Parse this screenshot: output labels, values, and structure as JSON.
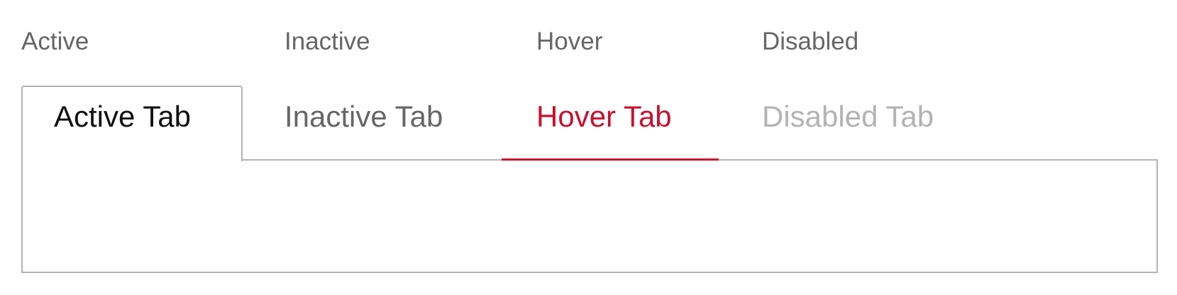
{
  "state_labels": {
    "active": "Active",
    "inactive": "Inactive",
    "hover": "Hover",
    "disabled": "Disabled"
  },
  "tabs": [
    {
      "label": "Active Tab",
      "state": "active"
    },
    {
      "label": "Inactive Tab",
      "state": "inactive"
    },
    {
      "label": "Hover Tab",
      "state": "hover"
    },
    {
      "label": "Disabled Tab",
      "state": "disabled"
    }
  ],
  "colors": {
    "accent": "#c8102e",
    "border": "#b3b3b3",
    "label_text": "#666666",
    "active_text": "#111111",
    "disabled_text": "#b3b3b3"
  }
}
